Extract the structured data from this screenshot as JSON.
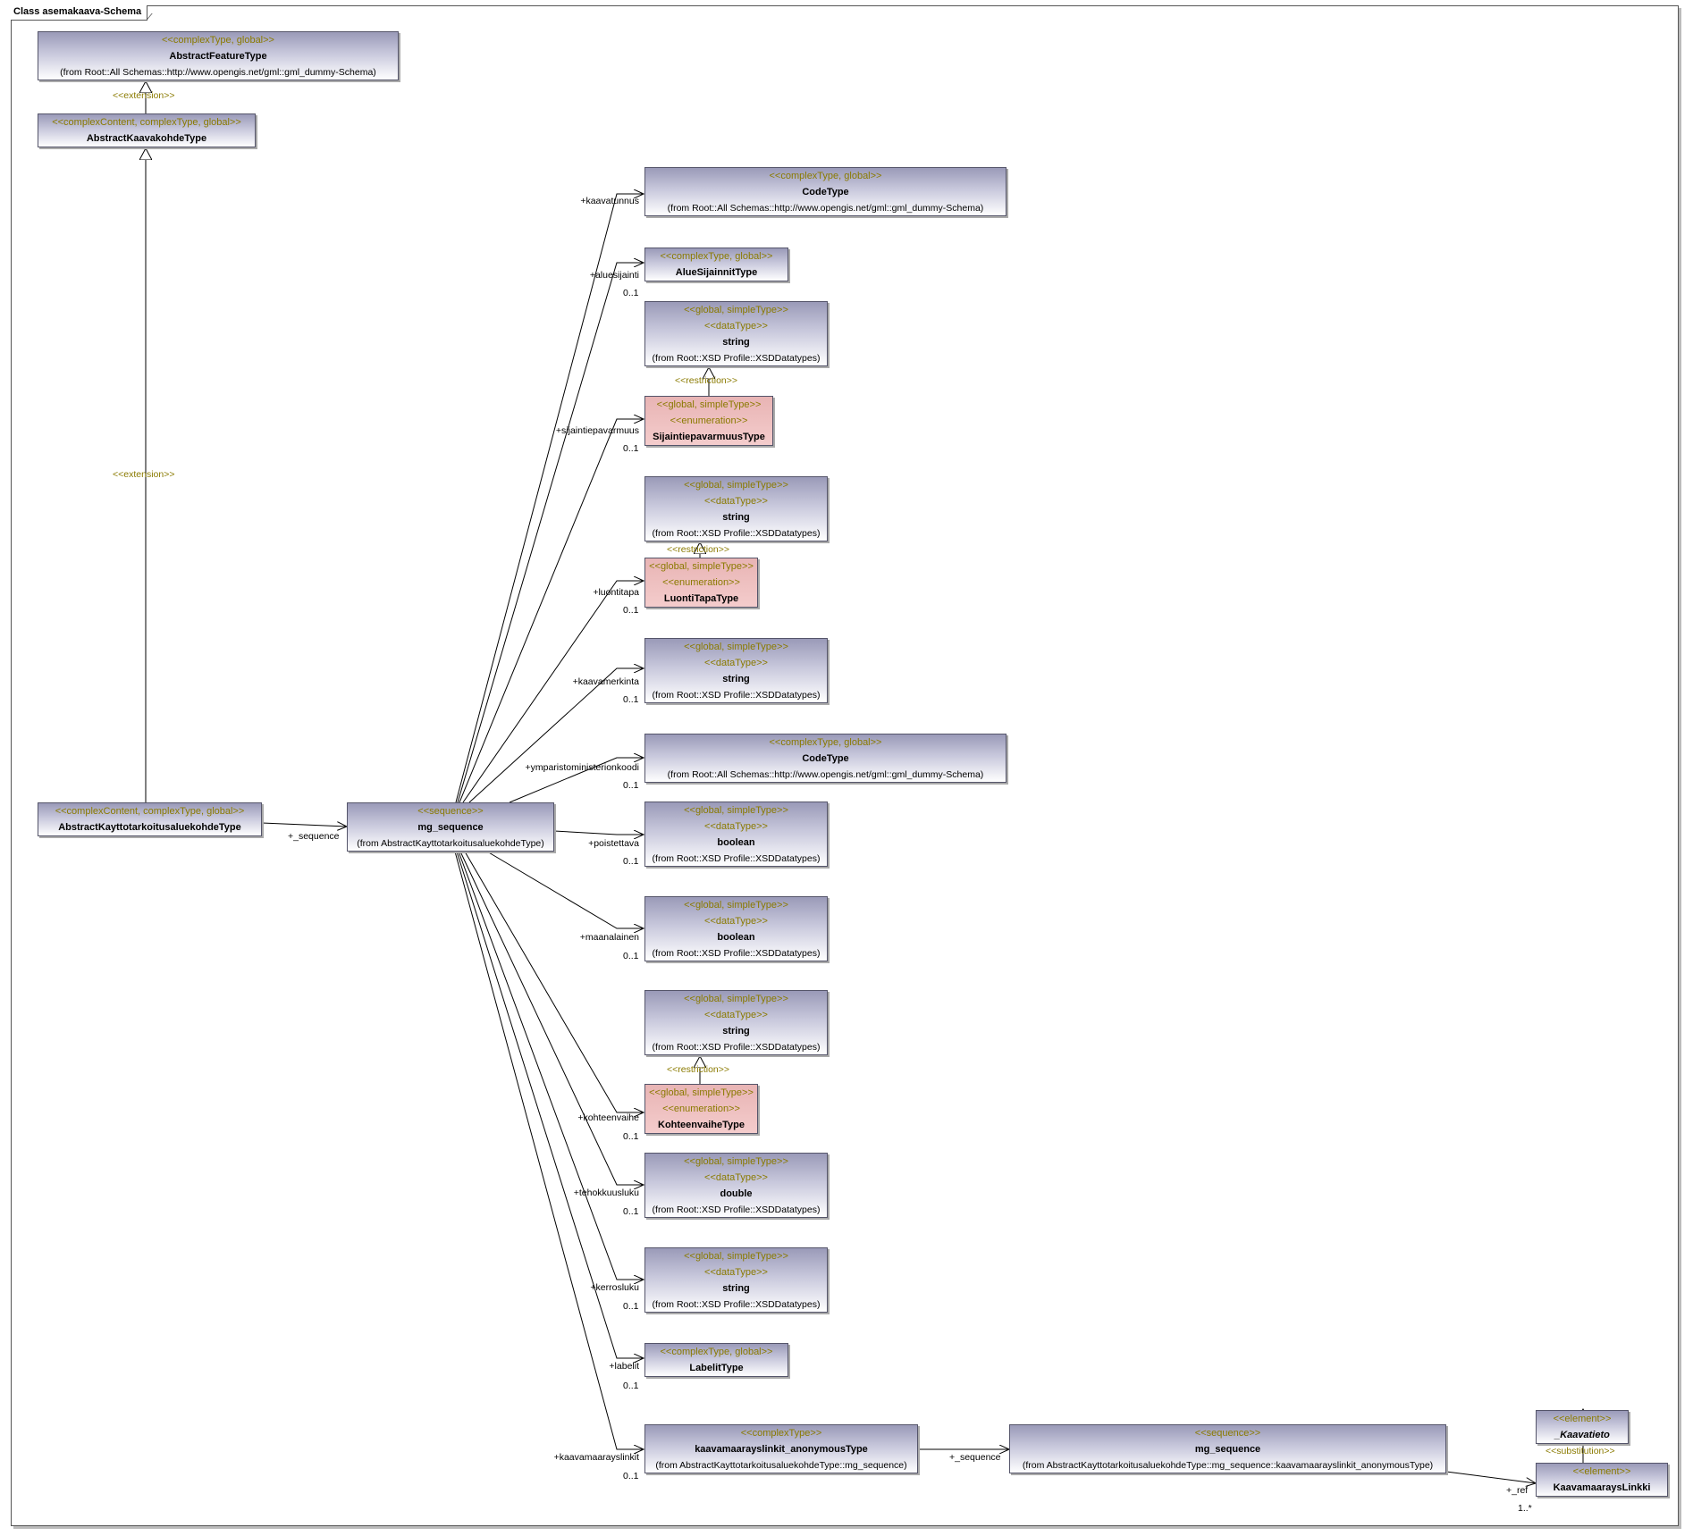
{
  "frame_title": "Class asemakaava-Schema",
  "classes": [
    {
      "id": "abstract-feature-type",
      "stereotypes": [
        "<<complexType, global>>"
      ],
      "name": "AbstractFeatureType",
      "from": "(from Root::All Schemas::http://www.opengis.net/gml::gml_dummy-Schema)"
    },
    {
      "id": "abstract-kaavakohde-type",
      "stereotypes": [
        "<<complexContent, complexType, global>>"
      ],
      "name": "AbstractKaavakohdeType",
      "from": ""
    },
    {
      "id": "abstract-kayttotarkoitusaluekohde-type",
      "stereotypes": [
        "<<complexContent, complexType, global>>"
      ],
      "name": "AbstractKayttotarkoitusaluekohdeType",
      "from": ""
    },
    {
      "id": "mg-sequence-main",
      "stereotypes": [
        "<<sequence>>"
      ],
      "name": "mg_sequence",
      "from": "(from AbstractKayttotarkoitusaluekohdeType)"
    },
    {
      "id": "code-type-1",
      "stereotypes": [
        "<<complexType, global>>"
      ],
      "name": "CodeType",
      "from": "(from Root::All Schemas::http://www.opengis.net/gml::gml_dummy-Schema)"
    },
    {
      "id": "alue-sijainnit-type",
      "stereotypes": [
        "<<complexType, global>>"
      ],
      "name": "AlueSijainnitType",
      "from": ""
    },
    {
      "id": "string-1",
      "stereotypes": [
        "<<global, simpleType>>",
        "<<dataType>>"
      ],
      "name": "string",
      "from": "(from Root::XSD Profile::XSDDatatypes)"
    },
    {
      "id": "sijaintiepavarmuus-type",
      "stereotypes": [
        "<<global, simpleType>>",
        "<<enumeration>>"
      ],
      "name": "SijaintiepavarmuusType",
      "from": "",
      "pink": true
    },
    {
      "id": "string-2",
      "stereotypes": [
        "<<global, simpleType>>",
        "<<dataType>>"
      ],
      "name": "string",
      "from": "(from Root::XSD Profile::XSDDatatypes)"
    },
    {
      "id": "luonti-tapa-type",
      "stereotypes": [
        "<<global, simpleType>>",
        "<<enumeration>>"
      ],
      "name": "LuontiTapaType",
      "from": "",
      "pink": true
    },
    {
      "id": "string-3",
      "stereotypes": [
        "<<global, simpleType>>",
        "<<dataType>>"
      ],
      "name": "string",
      "from": "(from Root::XSD Profile::XSDDatatypes)"
    },
    {
      "id": "code-type-2",
      "stereotypes": [
        "<<complexType, global>>"
      ],
      "name": "CodeType",
      "from": "(from Root::All Schemas::http://www.opengis.net/gml::gml_dummy-Schema)"
    },
    {
      "id": "boolean-1",
      "stereotypes": [
        "<<global, simpleType>>",
        "<<dataType>>"
      ],
      "name": "boolean",
      "from": "(from Root::XSD Profile::XSDDatatypes)"
    },
    {
      "id": "boolean-2",
      "stereotypes": [
        "<<global, simpleType>>",
        "<<dataType>>"
      ],
      "name": "boolean",
      "from": "(from Root::XSD Profile::XSDDatatypes)"
    },
    {
      "id": "string-4",
      "stereotypes": [
        "<<global, simpleType>>",
        "<<dataType>>"
      ],
      "name": "string",
      "from": "(from Root::XSD Profile::XSDDatatypes)"
    },
    {
      "id": "kohteenvaihe-type",
      "stereotypes": [
        "<<global, simpleType>>",
        "<<enumeration>>"
      ],
      "name": "KohteenvaiheType",
      "from": "",
      "pink": true
    },
    {
      "id": "double-1",
      "stereotypes": [
        "<<global, simpleType>>",
        "<<dataType>>"
      ],
      "name": "double",
      "from": "(from Root::XSD Profile::XSDDatatypes)"
    },
    {
      "id": "string-5",
      "stereotypes": [
        "<<global, simpleType>>",
        "<<dataType>>"
      ],
      "name": "string",
      "from": "(from Root::XSD Profile::XSDDatatypes)"
    },
    {
      "id": "labelit-type",
      "stereotypes": [
        "<<complexType, global>>"
      ],
      "name": "LabelitType",
      "from": ""
    },
    {
      "id": "kaavamaarayslinkit-anonymous-type",
      "stereotypes": [
        "<<complexType>>"
      ],
      "name": "kaavamaarayslinkit_anonymousType",
      "from": "(from AbstractKayttotarkoitusaluekohdeType::mg_sequence)"
    },
    {
      "id": "mg-sequence-2",
      "stereotypes": [
        "<<sequence>>"
      ],
      "name": "mg_sequence",
      "from": "(from AbstractKayttotarkoitusaluekohdeType::mg_sequence::kaavamaarayslinkit_anonymousType)"
    },
    {
      "id": "kaavatieto",
      "stereotypes": [
        "<<element>>"
      ],
      "name": "_Kaavatieto",
      "from": "",
      "italic": true
    },
    {
      "id": "kaavamaarays-linkki",
      "stereotypes": [
        "<<element>>"
      ],
      "name": "KaavamaaraysLinkki",
      "from": ""
    }
  ],
  "relation_labels": {
    "extension_1": "<<extension>>",
    "extension_2": "<<extension>>",
    "restriction_1": "<<restriction>>",
    "restriction_2": "<<restriction>>",
    "restriction_3": "<<restriction>>",
    "substitution": "<<substitution>>"
  },
  "role_labels": [
    {
      "id": "kaavatunnus",
      "role": "+kaavatunnus",
      "mult": ""
    },
    {
      "id": "aluesijainti",
      "role": "+aluesijainti",
      "mult": "0..1"
    },
    {
      "id": "sijaintiepavarmuus",
      "role": "+sijaintiepavarmuus",
      "mult": "0..1"
    },
    {
      "id": "luontitapa",
      "role": "+luontitapa",
      "mult": "0..1"
    },
    {
      "id": "kaavamerkinta",
      "role": "+kaavamerkinta",
      "mult": "0..1"
    },
    {
      "id": "ymparistoministerionkoodi",
      "role": "+ymparistoministerionkoodi",
      "mult": "0..1"
    },
    {
      "id": "poistettava",
      "role": "+poistettava",
      "mult": "0..1"
    },
    {
      "id": "maanalainen",
      "role": "+maanalainen",
      "mult": "0..1"
    },
    {
      "id": "kohteenvaihe",
      "role": "+kohteenvaihe",
      "mult": "0..1"
    },
    {
      "id": "tehokkuusluku",
      "role": "+tehokkuusluku",
      "mult": "0..1"
    },
    {
      "id": "kerrosluku",
      "role": "+kerrosluku",
      "mult": "0..1"
    },
    {
      "id": "labelit",
      "role": "+labelit",
      "mult": "0..1"
    },
    {
      "id": "kaavamaarayslinkit",
      "role": "+kaavamaarayslinkit",
      "mult": "0..1"
    },
    {
      "id": "sequence-1",
      "role": "+_sequence",
      "mult": ""
    },
    {
      "id": "sequence-2",
      "role": "+_sequence",
      "mult": ""
    },
    {
      "id": "ref",
      "role": "+_ref",
      "mult": "1..*"
    }
  ]
}
